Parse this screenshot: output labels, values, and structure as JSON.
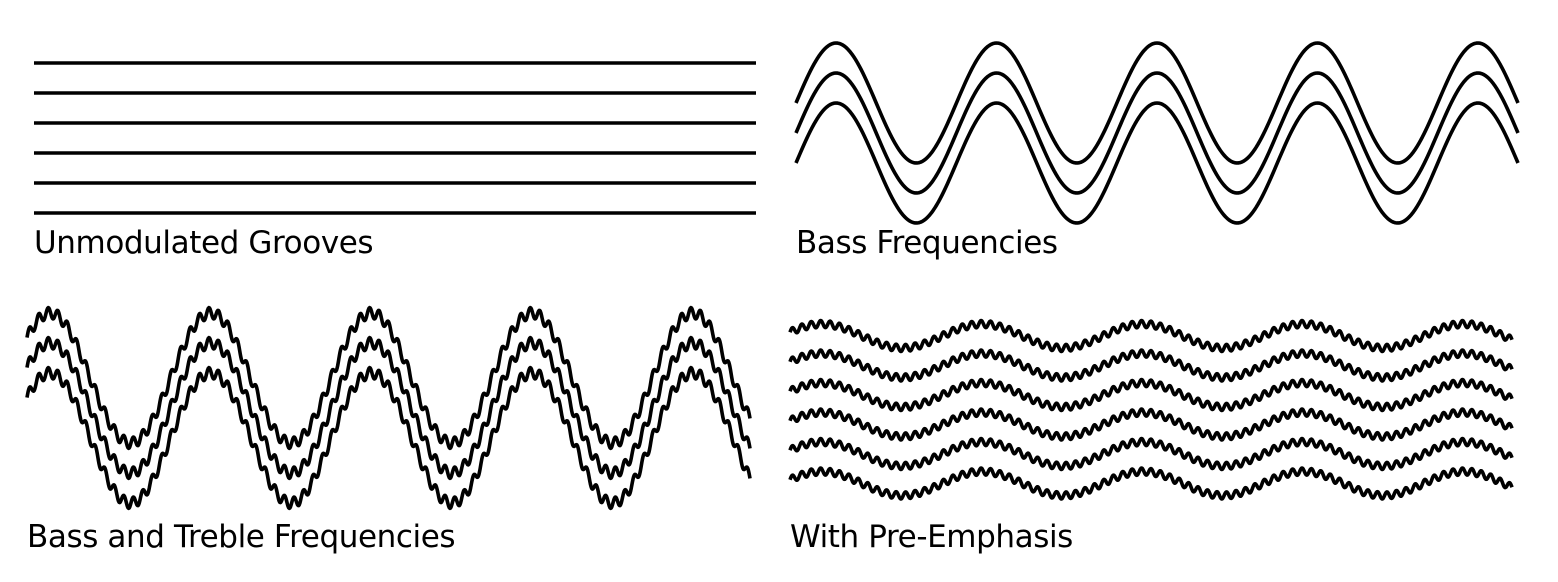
{
  "colors": {
    "background": "#ffffff",
    "ink": "#000000"
  },
  "panels": [
    {
      "id": "unmodulated",
      "caption": "Unmodulated Grooves",
      "groove_count": 6,
      "bass_cycles": 0,
      "treble_cycles_per_bass_cycle": 0,
      "has_treble": false,
      "pre_emphasis": false
    },
    {
      "id": "bass",
      "caption": "Bass Frequencies",
      "groove_count": 3,
      "bass_cycles": 4.5,
      "treble_cycles_per_bass_cycle": 0,
      "has_treble": false,
      "pre_emphasis": false
    },
    {
      "id": "bass-treble",
      "caption": "Bass and Treble Frequencies",
      "groove_count": 3,
      "bass_cycles": 4.5,
      "treble_cycles_per_bass_cycle": 17,
      "has_treble": true,
      "pre_emphasis": false
    },
    {
      "id": "pre-emphasis",
      "caption": "With Pre-Emphasis",
      "groove_count": 6,
      "bass_cycles": 4.5,
      "treble_cycles_per_bass_cycle": 17,
      "has_treble": true,
      "pre_emphasis": true
    }
  ]
}
